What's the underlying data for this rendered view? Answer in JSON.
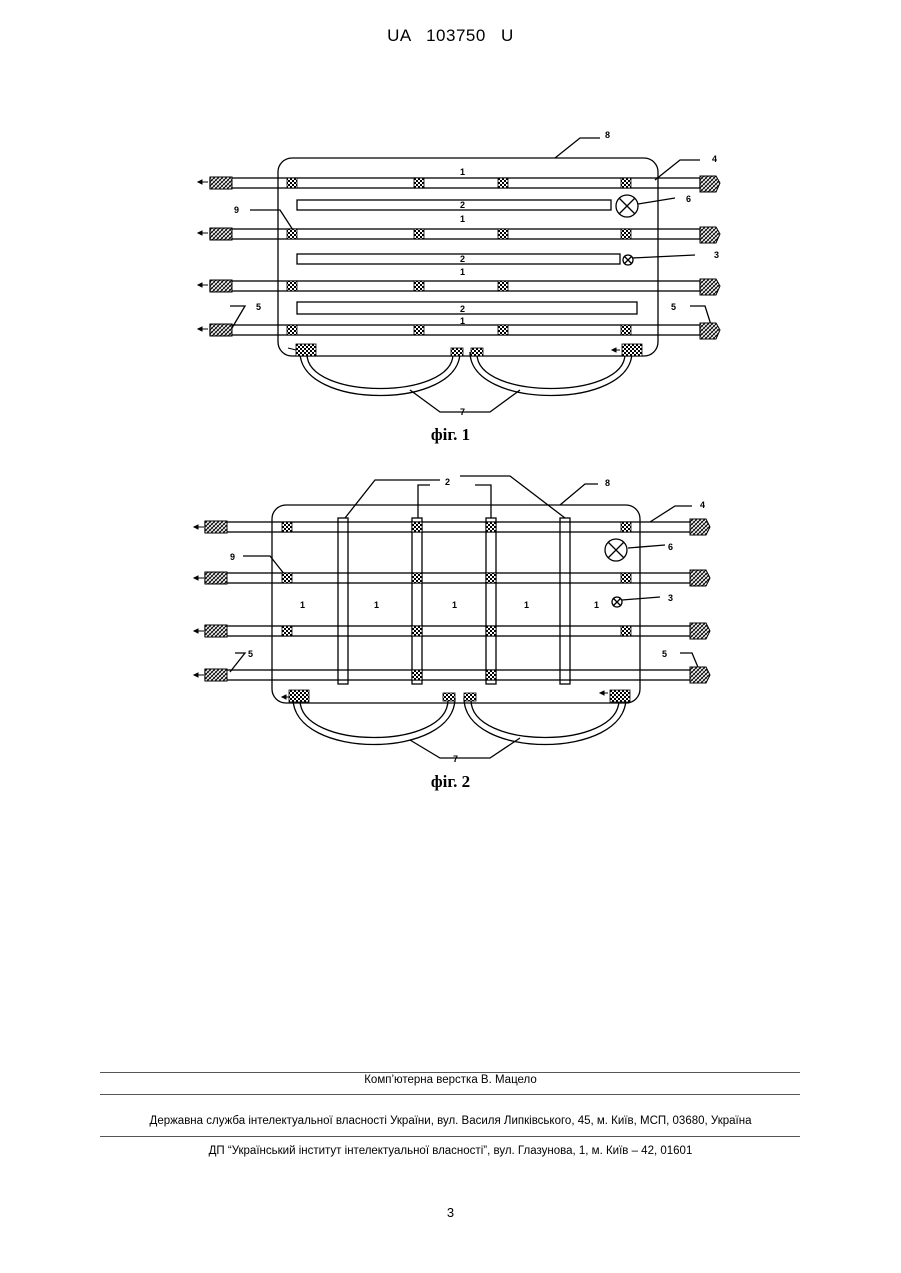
{
  "header": {
    "country": "UA",
    "number": "103750",
    "kind": "U"
  },
  "figure1": {
    "caption": "фіг. 1",
    "labels": {
      "l1": "1",
      "l2": "2",
      "l3": "3",
      "l4": "4",
      "l5": "5",
      "l6": "6",
      "l7": "7",
      "l8": "8",
      "l9": "9"
    }
  },
  "figure2": {
    "caption": "фіг. 2",
    "labels": {
      "l1": "1",
      "l2": "2",
      "l3": "3",
      "l4": "4",
      "l5": "5",
      "l6": "6",
      "l7": "7",
      "l8": "8",
      "l9": "9"
    }
  },
  "footer": {
    "layout": "Комп’ютерна верстка В. Мацело",
    "agency": "Державна служба інтелектуальної власності України, вул. Василя Липківського, 45, м. Київ, МСП, 03680, Україна",
    "institute": "ДП “Український інститут інтелектуальної власності”, вул. Глазунова, 1, м. Київ – 42, 01601"
  },
  "page_number": "3"
}
